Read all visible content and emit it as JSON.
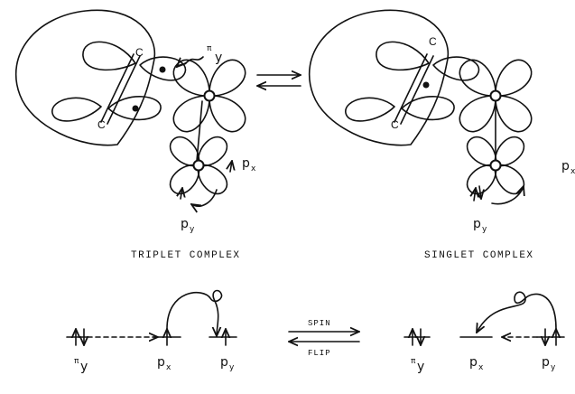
{
  "atoms": {
    "carbon": "C"
  },
  "orbitals": {
    "pi_sym": "π",
    "y": "y",
    "p": "p",
    "x": "x"
  },
  "complexes": {
    "triplet_label": "TRIPLET COMPLEX",
    "singlet_label": "SINGLET COMPLEX"
  },
  "levels": {
    "spin_label": "SPIN",
    "flip_label": "FLIP"
  }
}
